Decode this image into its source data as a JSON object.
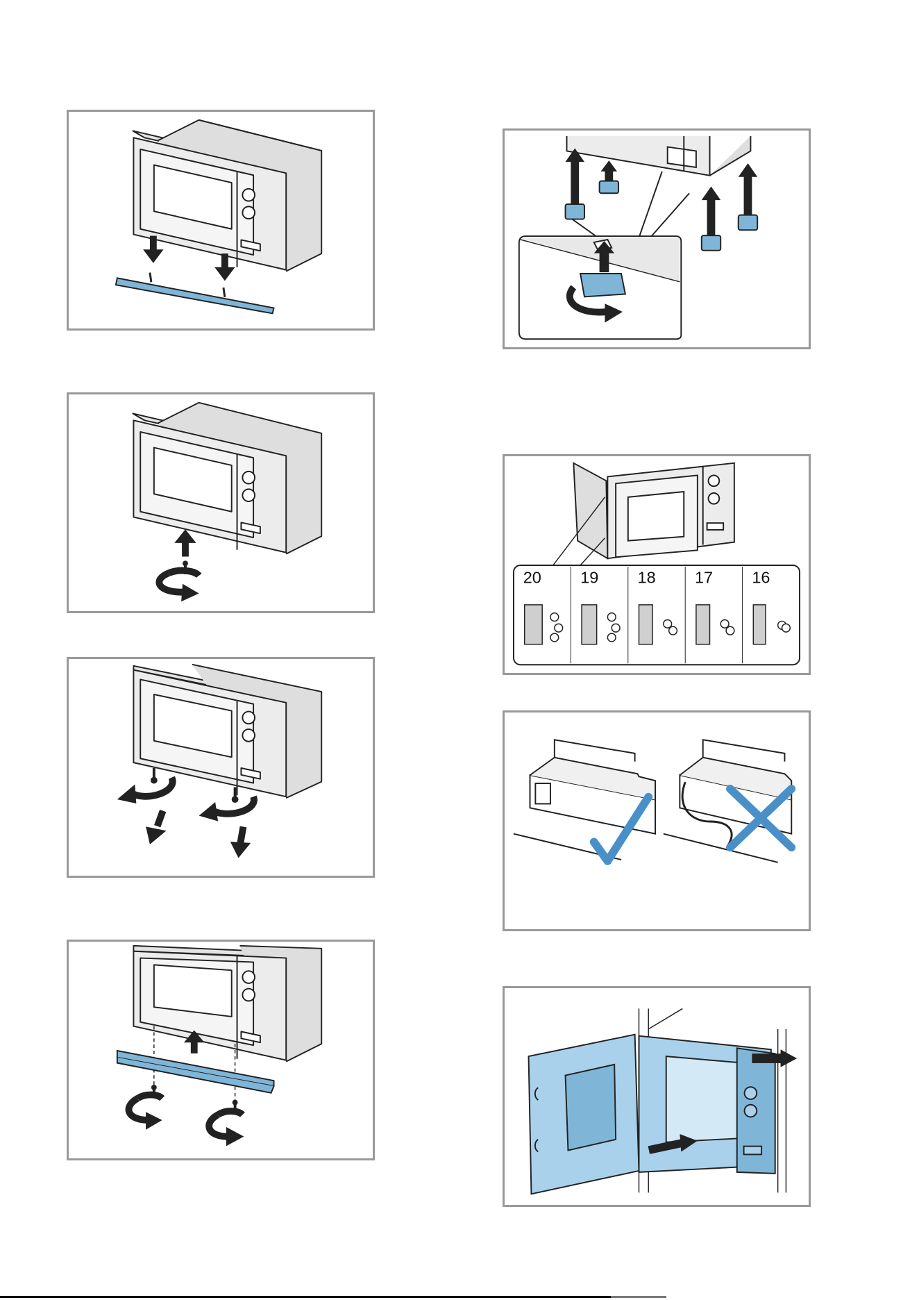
{
  "panels": {
    "spacer_labels": [
      "20",
      "19",
      "18",
      "17",
      "16"
    ]
  },
  "colors": {
    "accent_blue": "#7fb6d8",
    "line_gray": "#999999",
    "tick_blue": "#4a90c8",
    "cross_blue": "#4a90c8"
  }
}
